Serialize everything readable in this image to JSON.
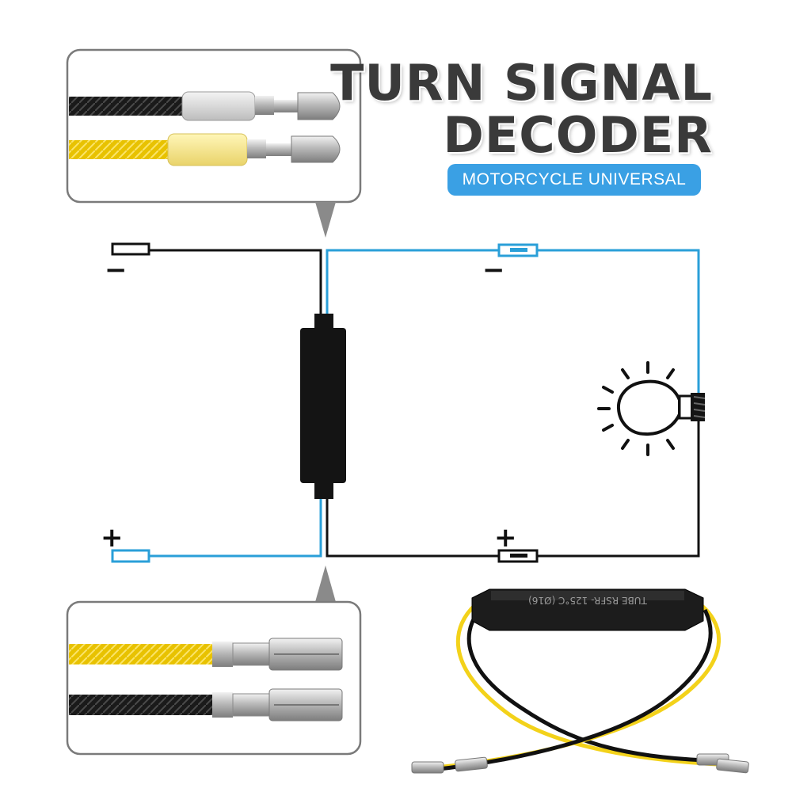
{
  "title": {
    "line1": "TURN SIGNAL",
    "line2": "DECODER"
  },
  "subtitle": "MOTORCYCLE UNIVERSAL",
  "terminals": {
    "left_negative": "−",
    "left_positive": "+",
    "right_negative": "−",
    "right_positive": "+"
  },
  "device_label": {
    "text": "TUBE RSFR-  125°C  (Ø16)"
  },
  "colors": {
    "title_text": "#3a3a3a",
    "subtitle_bg": "#3aa0e4",
    "wire_black": "#111111",
    "wire_blue": "#2a9fd8",
    "wire_yellow": "#f3d21a",
    "decoder_body": "#141414",
    "inset_border": "#7a7a7a"
  }
}
